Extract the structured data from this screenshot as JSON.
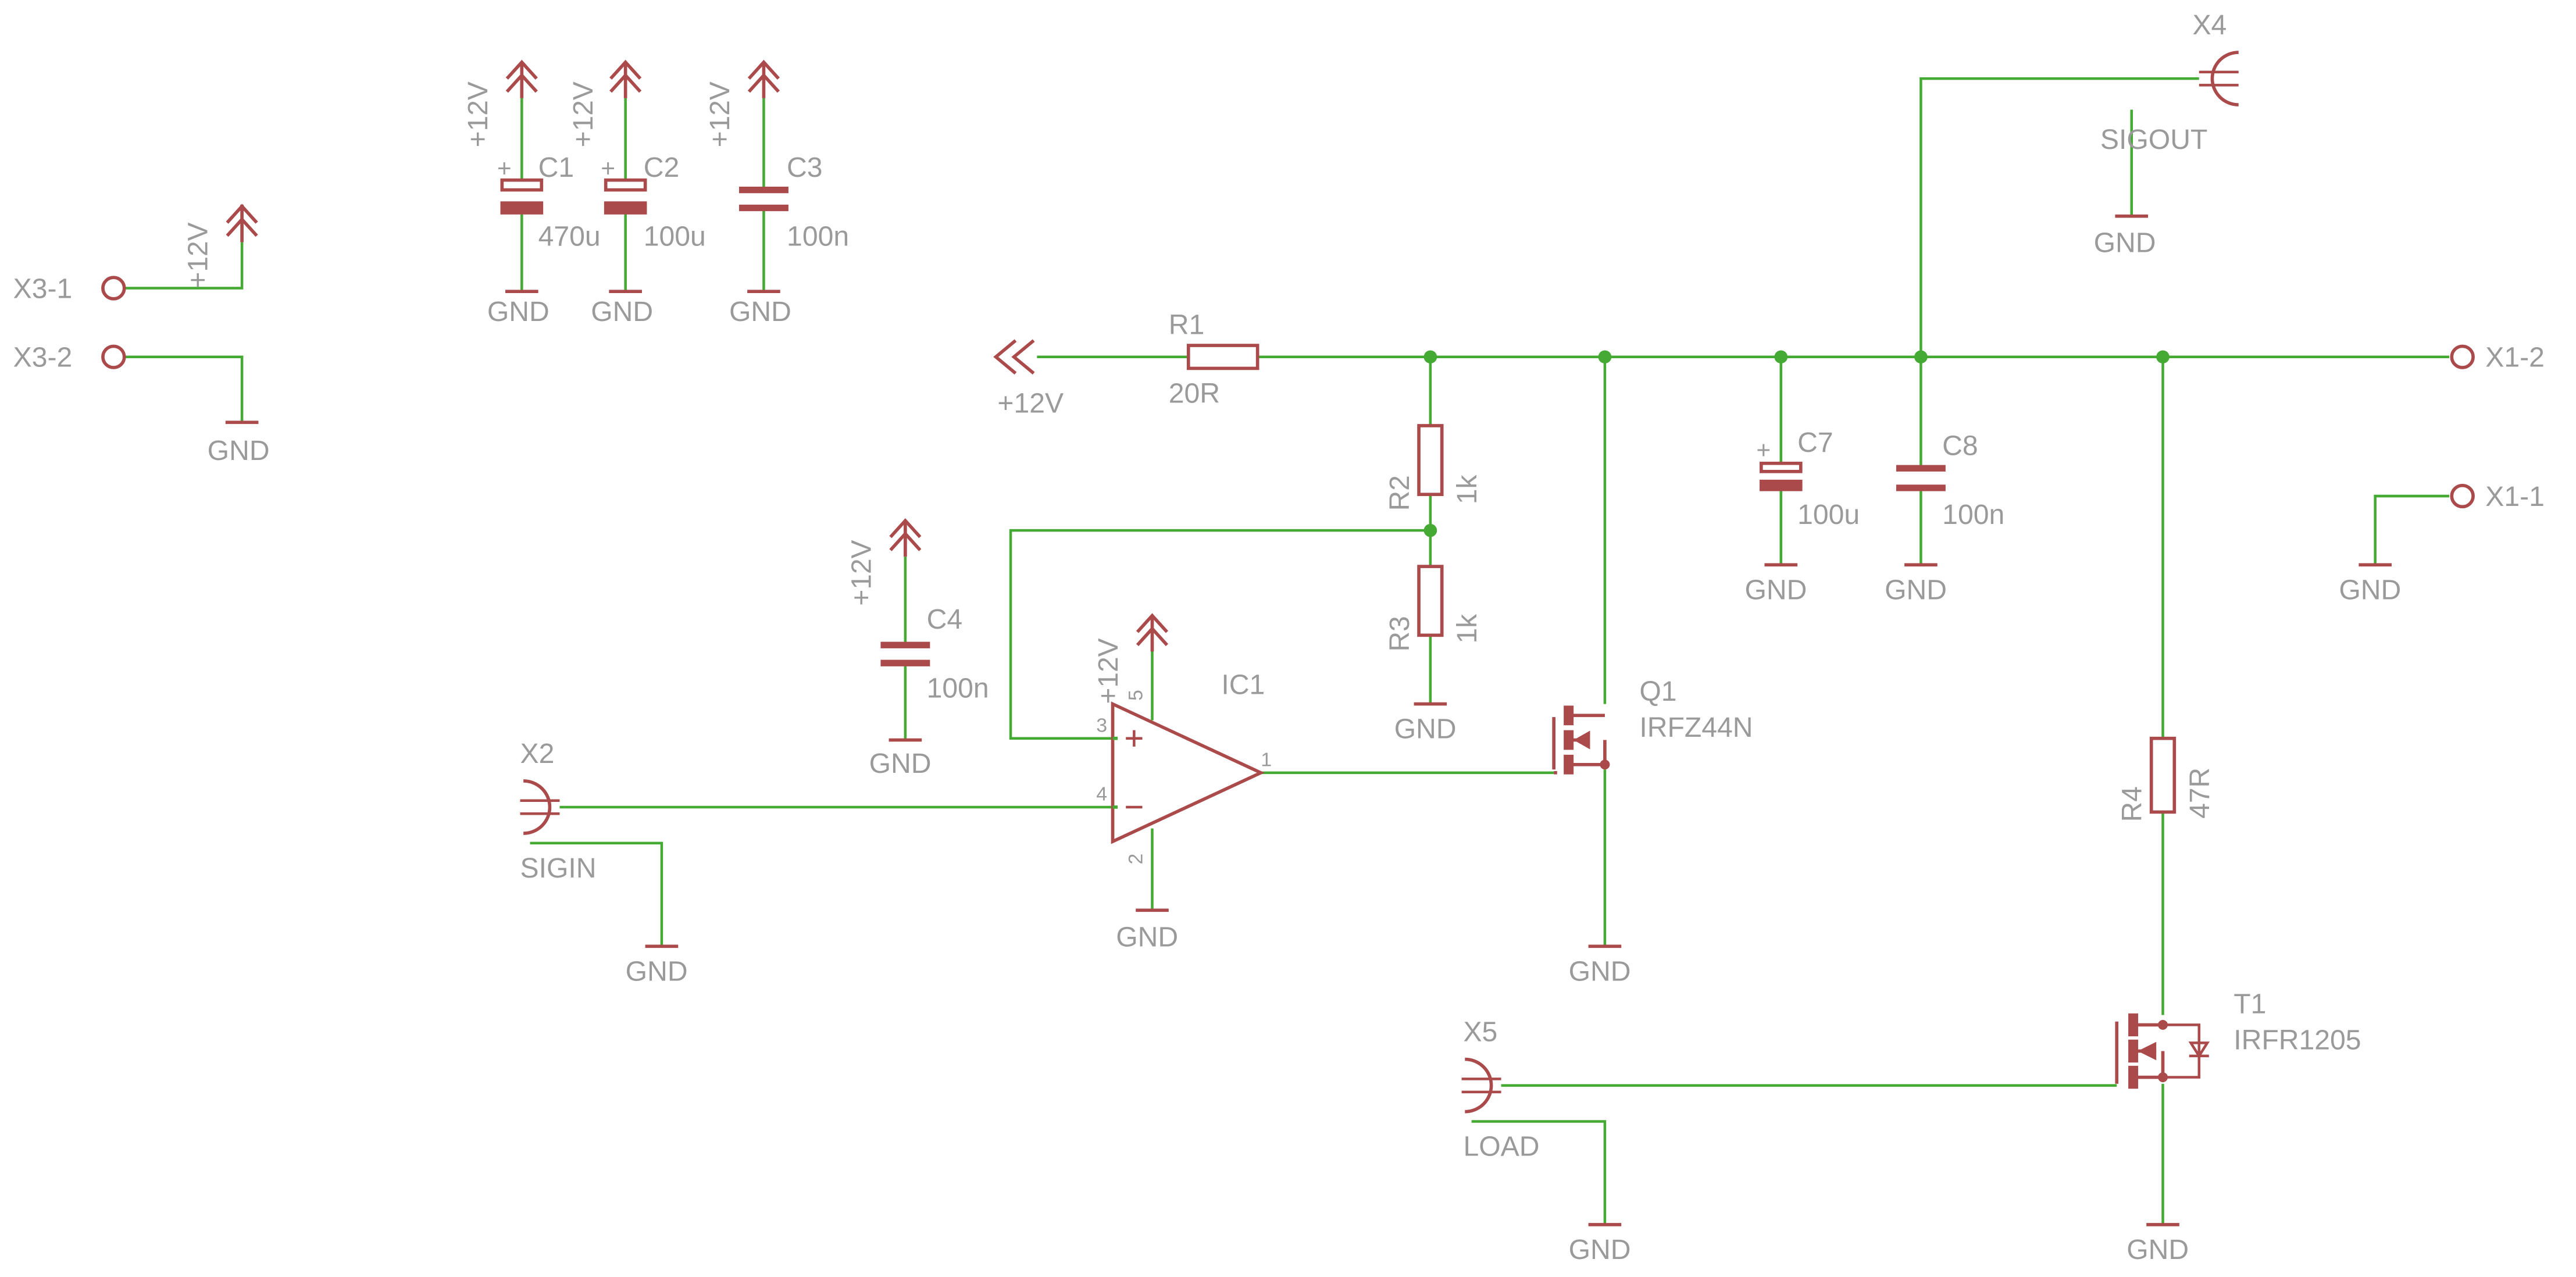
{
  "colors": {
    "wire": "#44aa33",
    "symbol": "#aa4a4a",
    "text": "#9a9a9a",
    "junction": "#44aa33"
  },
  "connectors": {
    "x3_1": "X3-1",
    "x3_2": "X3-2",
    "x1_1": "X1-1",
    "x1_2": "X1-2",
    "x2_name": "X2",
    "x2_value": "SIGIN",
    "x4_name": "X4",
    "x4_value": "SIGOUT",
    "x5_name": "X5",
    "x5_value": "LOAD"
  },
  "supplies": {
    "vcc": "+12V",
    "gnd": "GND"
  },
  "parts": {
    "c1": {
      "name": "C1",
      "value": "470u"
    },
    "c2": {
      "name": "C2",
      "value": "100u"
    },
    "c3": {
      "name": "C3",
      "value": "100n"
    },
    "c4": {
      "name": "C4",
      "value": "100n"
    },
    "c7": {
      "name": "C7",
      "value": "100u"
    },
    "c8": {
      "name": "C8",
      "value": "100n"
    },
    "r1": {
      "name": "R1",
      "value": "20R"
    },
    "r2": {
      "name": "R2",
      "value": "1k"
    },
    "r3": {
      "name": "R3",
      "value": "1k"
    },
    "r4": {
      "name": "R4",
      "value": "47R"
    },
    "ic1": {
      "name": "IC1",
      "pin_plus": "+",
      "pin_minus": "−",
      "pin1": "1",
      "pin2": "2",
      "pin3": "3",
      "pin4": "4",
      "pin5": "5"
    },
    "q1": {
      "name": "Q1",
      "value": "IRFZ44N"
    },
    "t1": {
      "name": "T1",
      "value": "IRFR1205"
    }
  },
  "polarity_mark": "+"
}
